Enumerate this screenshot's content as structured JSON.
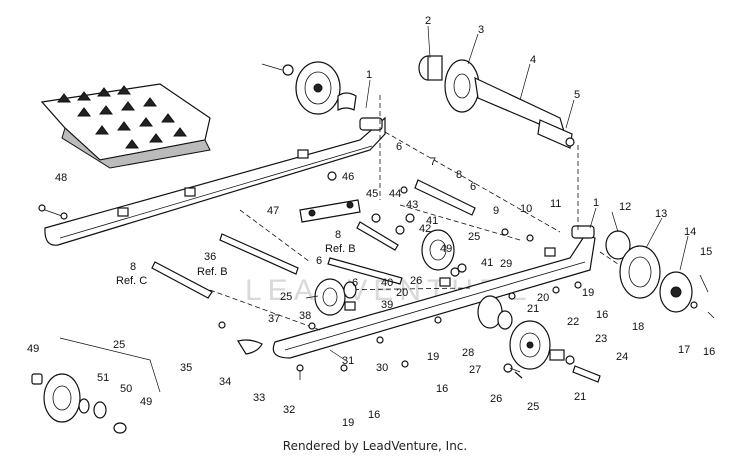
{
  "footer": "Rendered by LeadVenture, Inc.",
  "watermark": "LEADVENTURE",
  "callouts": {
    "c1a": "1",
    "c1b": "1",
    "c2": "2",
    "c3": "3",
    "c4": "4",
    "c5": "5",
    "c6a": "6",
    "c6b": "6",
    "c6c": "6",
    "c6d": "6",
    "c7": "7",
    "c8a": "8",
    "c8b": "8",
    "c8c": "8",
    "c9": "9",
    "c10": "10",
    "c11": "11",
    "c12": "12",
    "c13": "13",
    "c14": "14",
    "c15": "15",
    "c16a": "16",
    "c16b": "16",
    "c16c": "16",
    "c16d": "16",
    "c17": "17",
    "c18": "18",
    "c19a": "19",
    "c19b": "19",
    "c19c": "19",
    "c20a": "20",
    "c20b": "20",
    "c21a": "21",
    "c21b": "21",
    "c22": "22",
    "c23": "23",
    "c24": "24",
    "c25a": "25",
    "c25b": "25",
    "c25c": "25",
    "c25d": "25",
    "c26a": "26",
    "c26b": "26",
    "c27": "27",
    "c28": "28",
    "c29": "29",
    "c30": "30",
    "c31": "31",
    "c32": "32",
    "c33": "33",
    "c34": "34",
    "c35": "35",
    "c36": "36",
    "c37": "37",
    "c38": "38",
    "c39": "39",
    "c40": "40",
    "c41a": "41",
    "c41b": "41",
    "c42": "42",
    "c43": "43",
    "c44": "44",
    "c45": "45",
    "c46": "46",
    "c47": "47",
    "c48": "48",
    "c49a": "49",
    "c49b": "49",
    "c49c": "49",
    "c50": "50",
    "c51": "51",
    "refB1": "Ref. B",
    "refB2": "Ref. B",
    "refC": "Ref. C"
  }
}
